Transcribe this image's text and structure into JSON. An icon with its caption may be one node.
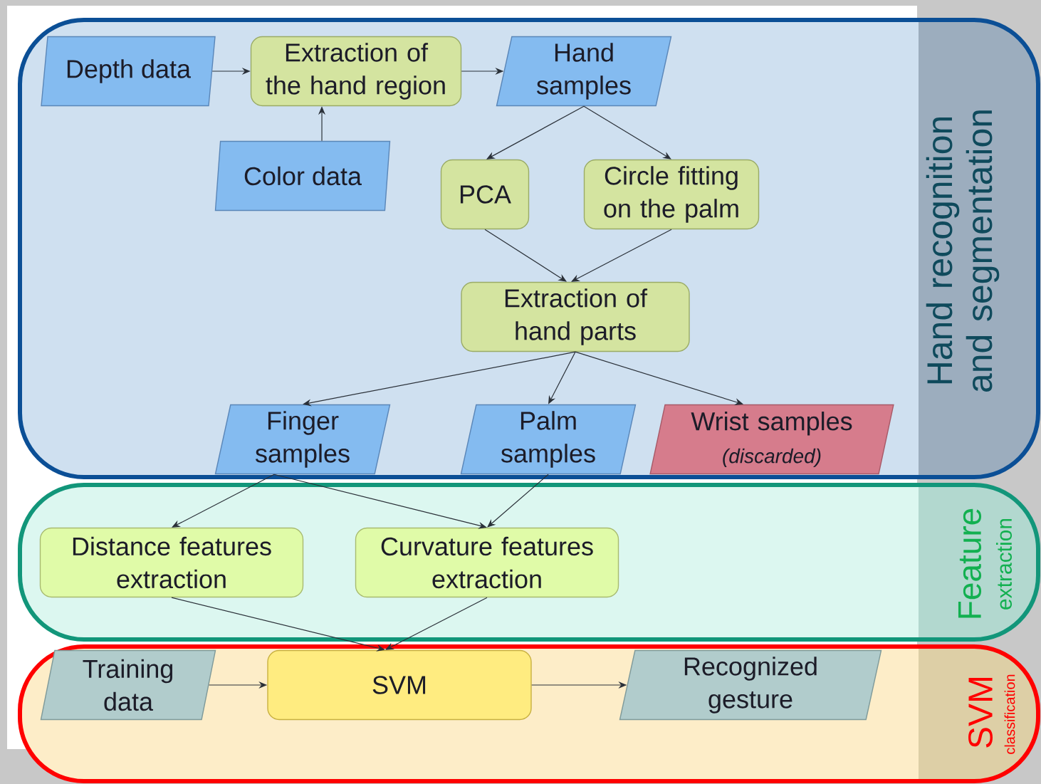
{
  "diagram": {
    "nodes": [
      {
        "text": [
          "Hand recognition and segmentation"
        ]
      },
      {
        "text": [
          "Feature",
          "extraction"
        ]
      },
      {
        "text": [
          "SVM",
          "classification"
        ]
      },
      {
        "text": [
          "Depth data"
        ],
        "in": 0
      },
      {
        "text": [
          "Extraction of the hand region"
        ],
        "in": 0
      },
      {
        "text": [
          "Hand samples"
        ],
        "in": 0
      },
      {
        "text": [
          "Color data"
        ],
        "in": 0
      },
      {
        "text": [
          "PCA"
        ],
        "in": 0
      },
      {
        "text": [
          "Circle fitting on the palm"
        ],
        "in": 0
      },
      {
        "text": [
          "Extraction of hand parts"
        ],
        "in": 0
      },
      {
        "text": [
          "Finger samples"
        ],
        "in": 0
      },
      {
        "text": [
          "Palm samples"
        ],
        "in": 0
      },
      {
        "text": [
          "Wrist samples",
          "(discarded)"
        ],
        "in": 0
      },
      {
        "text": [
          "Distance features extraction"
        ],
        "in": 1
      },
      {
        "text": [
          "Curvature features extraction"
        ],
        "in": 1
      },
      {
        "text": [
          "Training data"
        ],
        "in": 2
      },
      {
        "text": [
          "SVM"
        ],
        "in": 2
      },
      {
        "text": [
          "Recognized gesture"
        ],
        "in": 2
      }
    ],
    "edges": [
      {
        "from": 3,
        "to": 4,
        "arrow": "to"
      },
      {
        "from": 4,
        "to": 5,
        "arrow": "to"
      },
      {
        "from": 6,
        "to": 4,
        "arrow": "to"
      },
      {
        "from": 5,
        "to": 7,
        "arrow": "to"
      },
      {
        "from": 5,
        "to": 8,
        "arrow": "to"
      },
      {
        "from": 7,
        "to": 9,
        "arrow": "to"
      },
      {
        "from": 8,
        "to": 9,
        "arrow": "to"
      },
      {
        "from": 9,
        "to": 10,
        "arrow": "to"
      },
      {
        "from": 9,
        "to": 11,
        "arrow": "to"
      },
      {
        "from": 9,
        "to": 12,
        "arrow": "to"
      },
      {
        "from": 10,
        "to": 13,
        "arrow": "to"
      },
      {
        "from": 10,
        "to": 14,
        "arrow": "to"
      },
      {
        "from": 11,
        "to": 14,
        "arrow": "to"
      },
      {
        "from": 13,
        "to": 16,
        "arrow": "to"
      },
      {
        "from": 14,
        "to": 16,
        "arrow": "to"
      },
      {
        "from": 15,
        "to": 16,
        "arrow": "to"
      },
      {
        "from": 16,
        "to": 17,
        "arrow": "to"
      }
    ]
  }
}
